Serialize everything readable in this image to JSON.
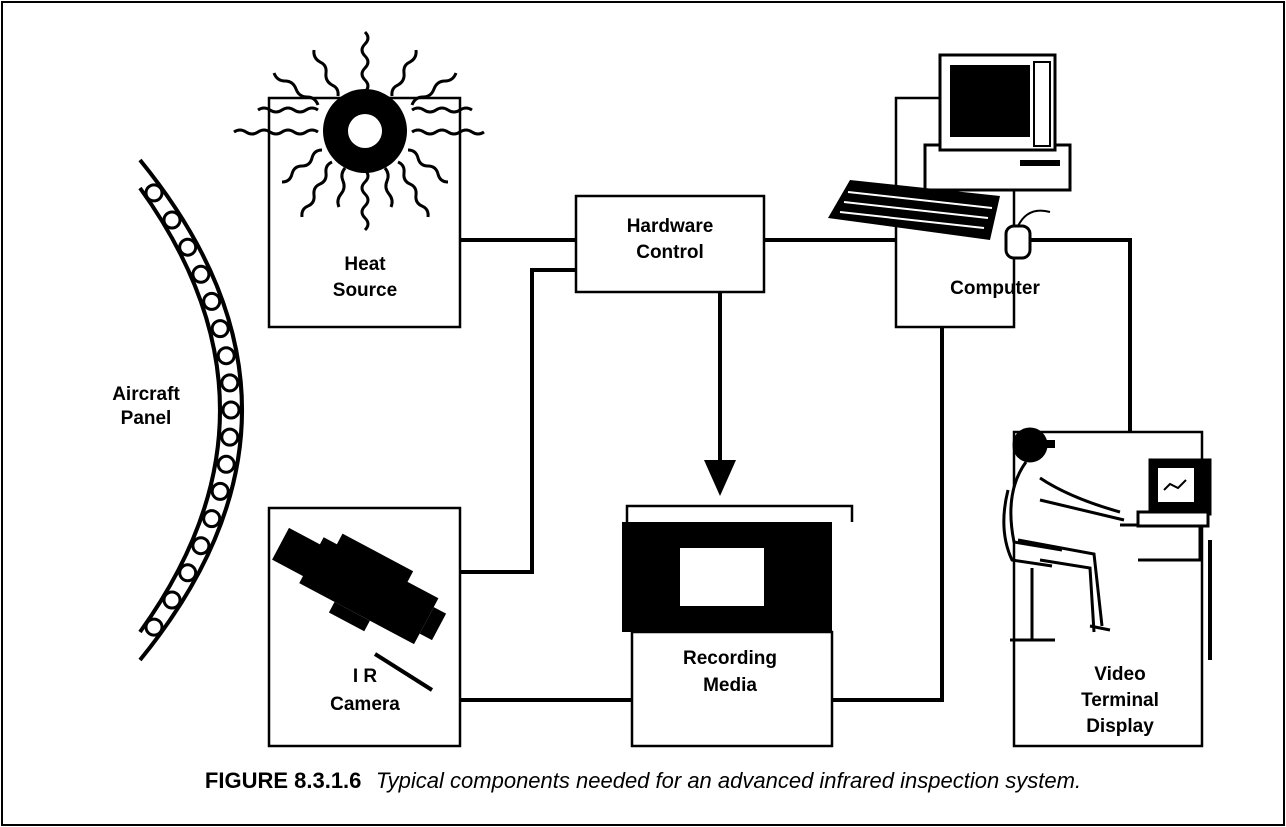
{
  "heat_source": {
    "line1": "Heat",
    "line2": "Source"
  },
  "hardware_control": {
    "line1": "Hardware",
    "line2": "Control"
  },
  "computer": {
    "label": "Computer"
  },
  "aircraft_panel": {
    "line1": "Aircraft",
    "line2": "Panel"
  },
  "ir_camera": {
    "line1": "I R",
    "line2": "Camera"
  },
  "recording_media": {
    "line1": "Recording",
    "line2": "Media"
  },
  "video_terminal": {
    "line1": "Video",
    "line2": "Terminal",
    "line3": "Display"
  },
  "caption": {
    "number": "FIGURE 8.3.1.6",
    "text": "Typical components needed for an advanced infrared inspection system."
  }
}
